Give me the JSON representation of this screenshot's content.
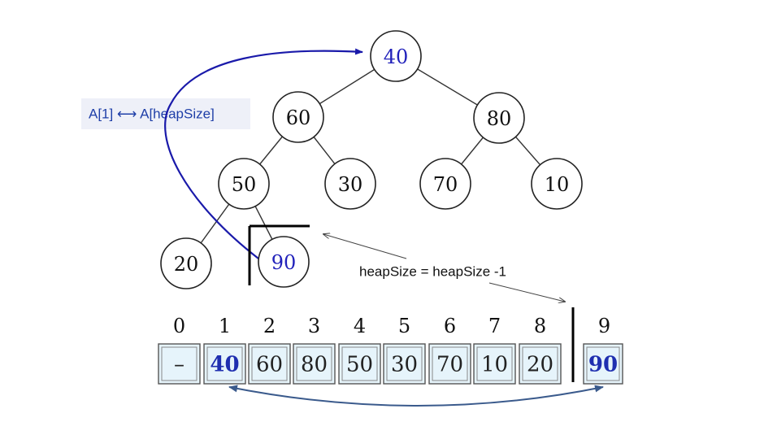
{
  "tree": {
    "nodes": [
      {
        "id": "n1",
        "label": "40",
        "highlight": true
      },
      {
        "id": "n2",
        "label": "60",
        "highlight": false
      },
      {
        "id": "n3",
        "label": "80",
        "highlight": false
      },
      {
        "id": "n4",
        "label": "50",
        "highlight": false
      },
      {
        "id": "n5",
        "label": "30",
        "highlight": false
      },
      {
        "id": "n6",
        "label": "70",
        "highlight": false
      },
      {
        "id": "n7",
        "label": "10",
        "highlight": false
      },
      {
        "id": "n8",
        "label": "20",
        "highlight": false
      },
      {
        "id": "n9",
        "label": "90",
        "highlight": true
      }
    ],
    "edges": [
      [
        "n1",
        "n2"
      ],
      [
        "n1",
        "n3"
      ],
      [
        "n2",
        "n4"
      ],
      [
        "n2",
        "n5"
      ],
      [
        "n3",
        "n6"
      ],
      [
        "n3",
        "n7"
      ],
      [
        "n4",
        "n8"
      ],
      [
        "n4",
        "n9"
      ]
    ]
  },
  "swap_label": "A[1] ⟷ A[heapSize]",
  "heap_size_label": "heapSize = heapSize -1",
  "array": {
    "indices": [
      "0",
      "1",
      "2",
      "3",
      "4",
      "5",
      "6",
      "7",
      "8",
      "9"
    ],
    "values": [
      "–",
      "40",
      "60",
      "80",
      "50",
      "30",
      "70",
      "10",
      "20",
      "90"
    ],
    "highlighted": [
      1,
      9
    ]
  },
  "colors": {
    "highlight_text": "#2222bb",
    "swap_arrow": "#1a1aaa",
    "bottom_arrow": "#3a5a8c",
    "cell_fill": "#e6f4fb"
  }
}
